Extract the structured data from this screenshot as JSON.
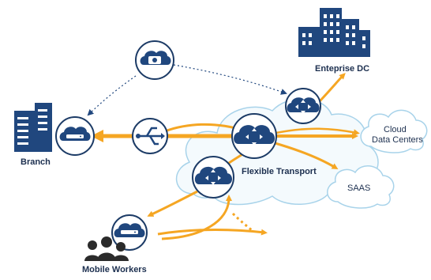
{
  "labels": {
    "enterprise_dc": "Enteprise DC",
    "branch": "Branch",
    "cloud_dc_line1": "Cloud",
    "cloud_dc_line2": "Data Centers",
    "flexible_transport": "Flexible Transport",
    "saas": "SAAS",
    "mobile_workers": "Mobile Workers"
  },
  "colors": {
    "navy": "#20477e",
    "orange": "#f5a623",
    "cloud_outline": "#a8d3ea",
    "node_ring": "#1c3b66"
  },
  "icons": {
    "camera": "camera-icon",
    "router": "router-icon",
    "usb": "usb-icon",
    "building": "building-icon",
    "server": "server-icon",
    "people": "people-icon"
  }
}
